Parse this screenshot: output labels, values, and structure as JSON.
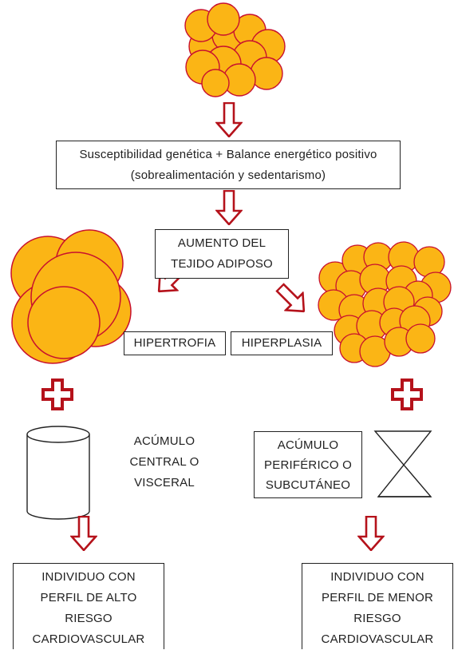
{
  "colors": {
    "cell_fill": "#FBB515",
    "cell_stroke": "#C8102E",
    "arrow": "#B5121B",
    "line": "#222222"
  },
  "icons": [
    "adipocyte-cluster-icon",
    "hollow-down-arrow-icon",
    "hollow-diagonal-arrow-icon",
    "cross-plus-icon",
    "cylinder-icon",
    "hourglass-icon"
  ],
  "nodes": {
    "cause": {
      "line1": "Susceptibilidad genética + Balance energético positivo",
      "line2": "(sobrealimentación y sedentarismo)"
    },
    "increase": {
      "line1": "AUMENTO DEL",
      "line2": "TEJIDO ADIPOSO"
    },
    "hypertrophy": "HIPERTROFIA",
    "hyperplasia": "HIPERPLASIA",
    "central": {
      "line1": "ACÚMULO",
      "line2": "CENTRAL O",
      "line3": "VISCERAL"
    },
    "peripheral": {
      "line1": "ACÚMULO",
      "line2": "PERIFÉRICO O",
      "line3": "SUBCUTÁNEO"
    },
    "high_risk": {
      "line1": "INDIVIDUO CON",
      "line2": "PERFIL DE ALTO",
      "line3": "RIESGO",
      "line4": "CARDIOVASCULAR"
    },
    "low_risk": {
      "line1": "INDIVIDUO CON",
      "line2": "PERFIL DE MENOR",
      "line3": "RIESGO",
      "line4": "CARDIOVASCULAR"
    }
  }
}
